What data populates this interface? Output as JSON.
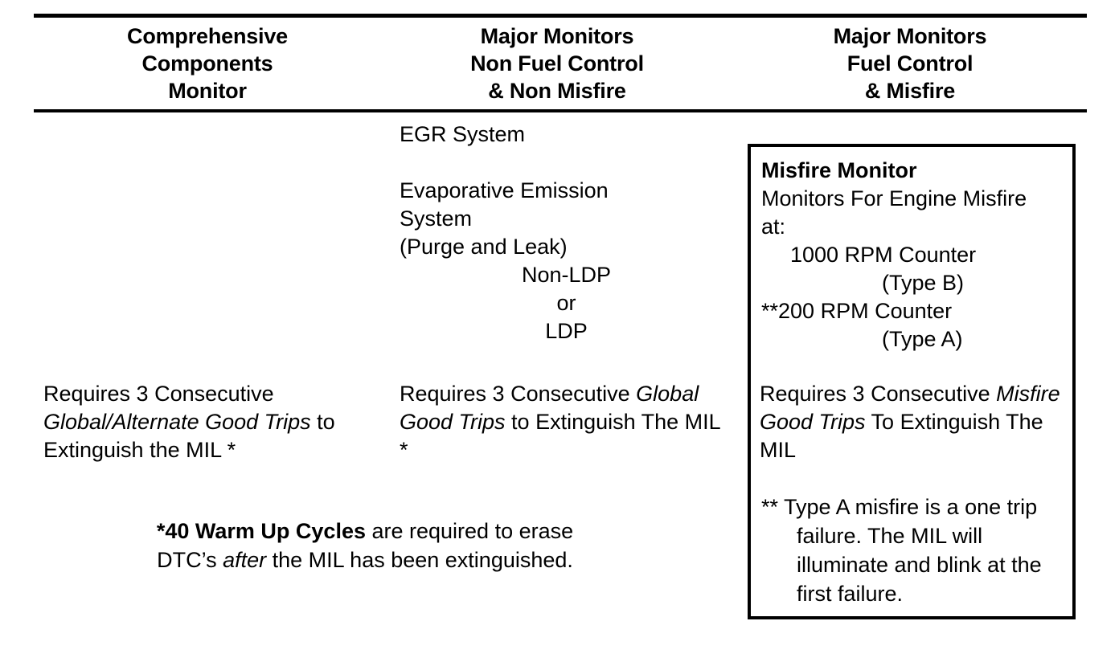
{
  "table": {
    "headers": [
      {
        "lines": [
          "Comprehensive",
          "Components",
          "Monitor"
        ]
      },
      {
        "lines": [
          "Major Monitors",
          "Non Fuel Control",
          "& Non Misfire"
        ]
      },
      {
        "lines": [
          "Major Monitors",
          "Fuel Control",
          "& Misfire"
        ]
      }
    ]
  },
  "column2": {
    "item1": "EGR System",
    "item2_line1": "Evaporative Emission",
    "item2_line2": "System",
    "item2_line3": "(Purge and Leak)",
    "option_a": "Non-LDP",
    "option_or": "or",
    "option_b": "LDP"
  },
  "paragraphs": {
    "col1": {
      "part1": "Requires 3 Consecutive ",
      "emphasis": "Global/Alternate Good Trips",
      "part2": " to Extinguish the MIL *"
    },
    "col2": {
      "part1": "Requires 3 Consecutive ",
      "emphasis": "Global Good Trips",
      "part2": " to Extinguish The MIL *"
    },
    "col3": {
      "part1": "Requires 3 Consecutive ",
      "emphasis": "Misfire Good Trips",
      "part2": " To Extinguish The MIL"
    }
  },
  "footnote": {
    "line1_bold": "*40 Warm Up Cycles",
    "line1_rest": " are required to erase",
    "line2_part1": "DTC’s ",
    "line2_emphasis": "after",
    "line2_part2": " the MIL has been extinguished."
  },
  "misfire_box": {
    "title": "Misfire Monitor",
    "desc_line1": "Monitors For Engine Misfire",
    "desc_line2": "at:",
    "counter1": "1000 RPM Counter",
    "counter1_type": "(Type B)",
    "counter2": "**200 RPM Counter",
    "counter2_type": "(Type A)",
    "note_marker": "** ",
    "note_text": "Type A misfire is a one trip failure. The MIL will illuminate and blink at the first failure."
  }
}
